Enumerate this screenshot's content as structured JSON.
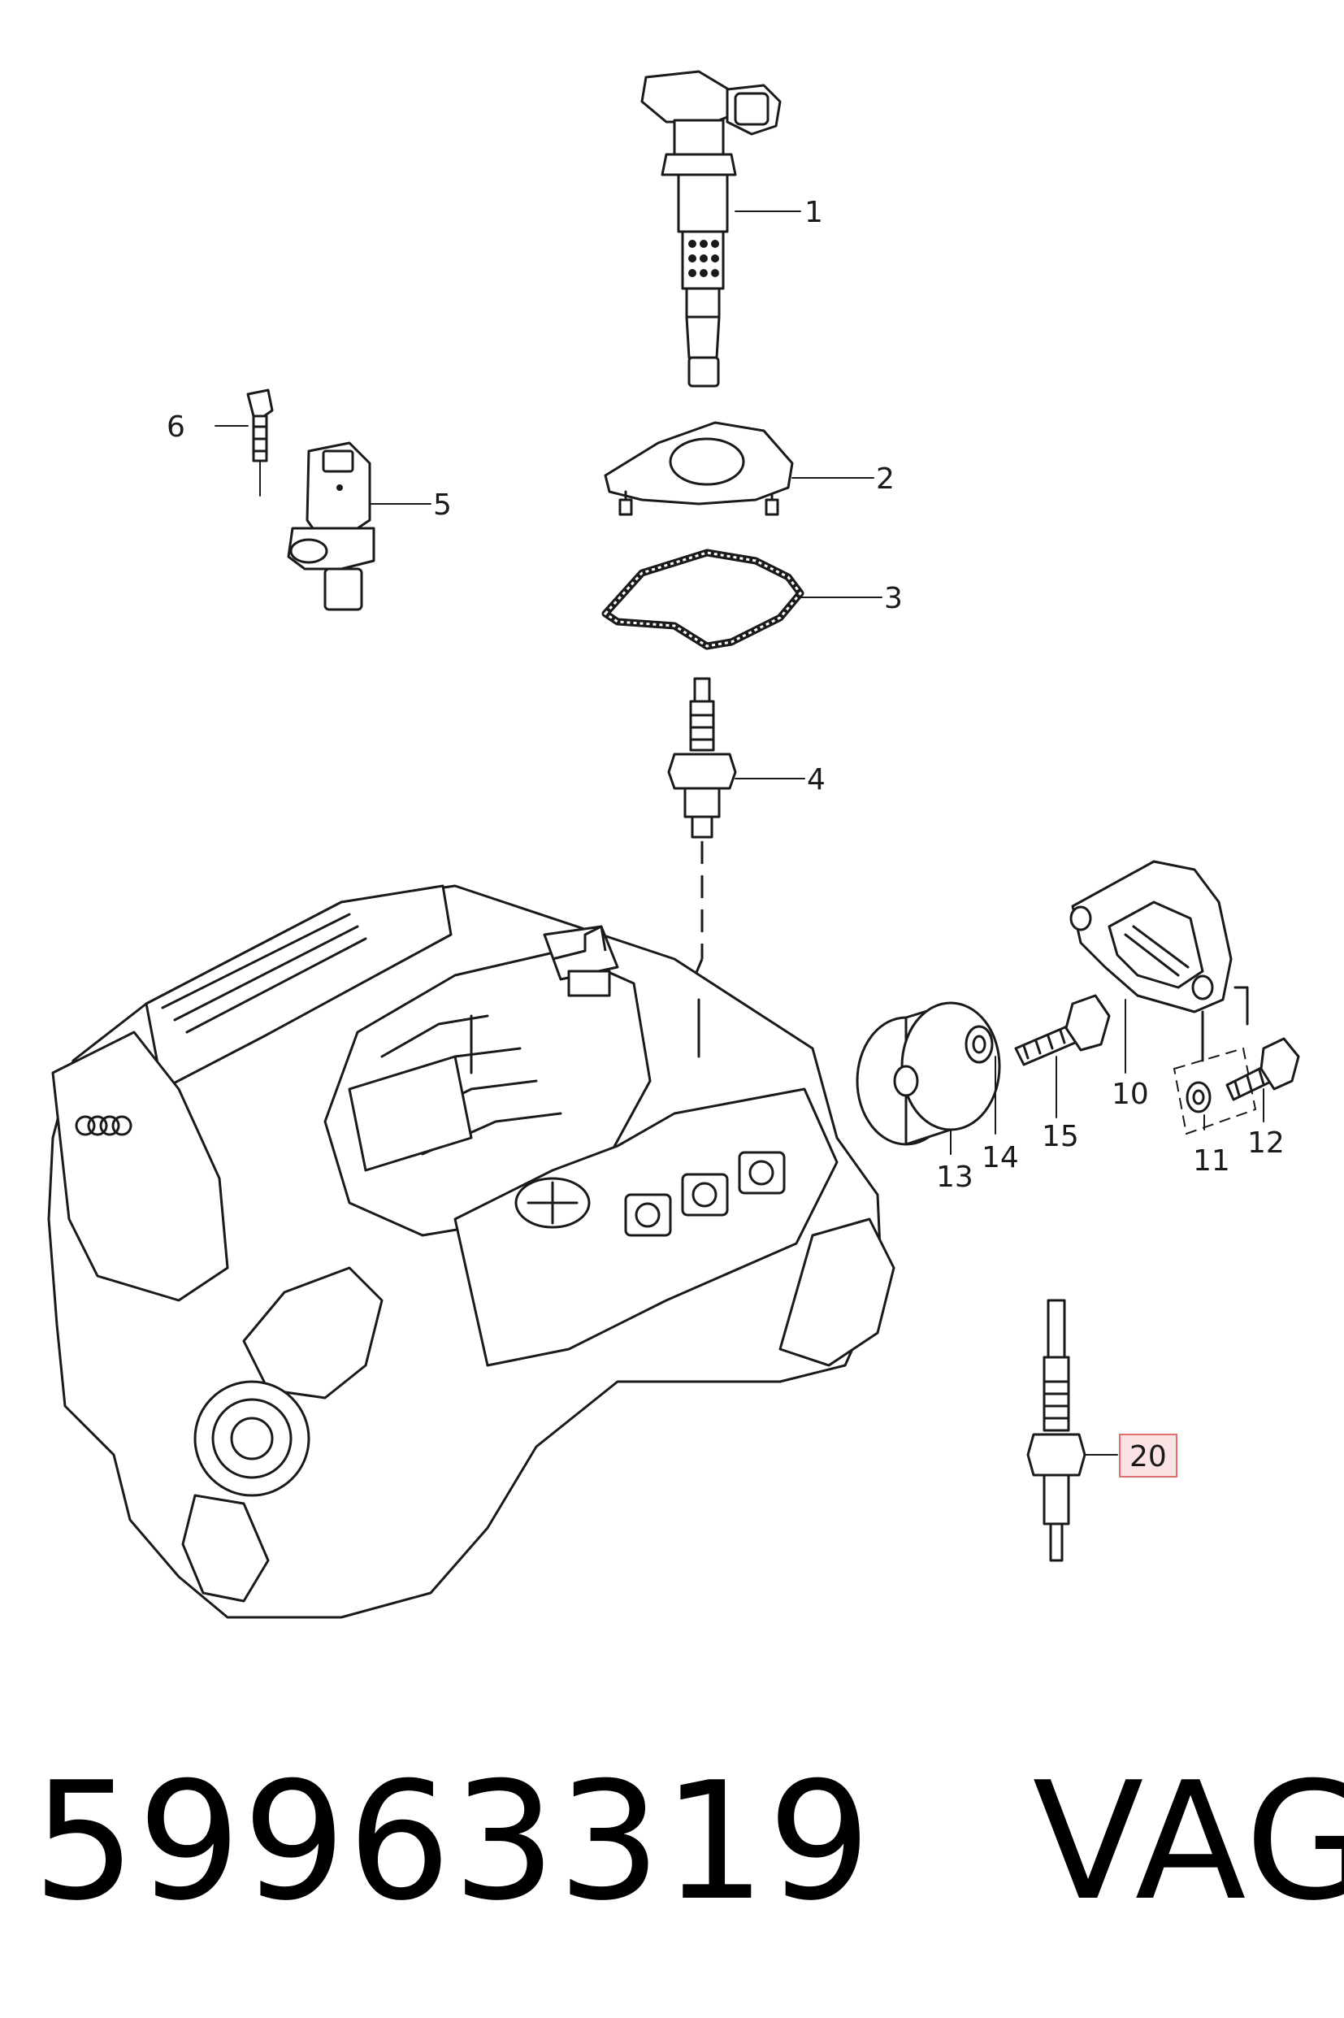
{
  "callouts": [
    {
      "id": "1",
      "label": "1",
      "highlighted": false
    },
    {
      "id": "2",
      "label": "2",
      "highlighted": false
    },
    {
      "id": "3",
      "label": "3",
      "highlighted": false
    },
    {
      "id": "4",
      "label": "4",
      "highlighted": false
    },
    {
      "id": "5",
      "label": "5",
      "highlighted": false
    },
    {
      "id": "6",
      "label": "6",
      "highlighted": false
    },
    {
      "id": "10",
      "label": "10",
      "highlighted": false
    },
    {
      "id": "11",
      "label": "11",
      "highlighted": false
    },
    {
      "id": "12",
      "label": "12",
      "highlighted": false
    },
    {
      "id": "13",
      "label": "13",
      "highlighted": false
    },
    {
      "id": "14",
      "label": "14",
      "highlighted": false
    },
    {
      "id": "15",
      "label": "15",
      "highlighted": false
    },
    {
      "id": "20",
      "label": "20",
      "highlighted": true
    }
  ],
  "footer": {
    "part_number": "59963319",
    "brand": "VAG"
  },
  "colors": {
    "line": "#1a1a1a",
    "highlight_box_border": "#e07070",
    "highlight_box_fill": "#fbe3e3",
    "background": "#ffffff"
  }
}
